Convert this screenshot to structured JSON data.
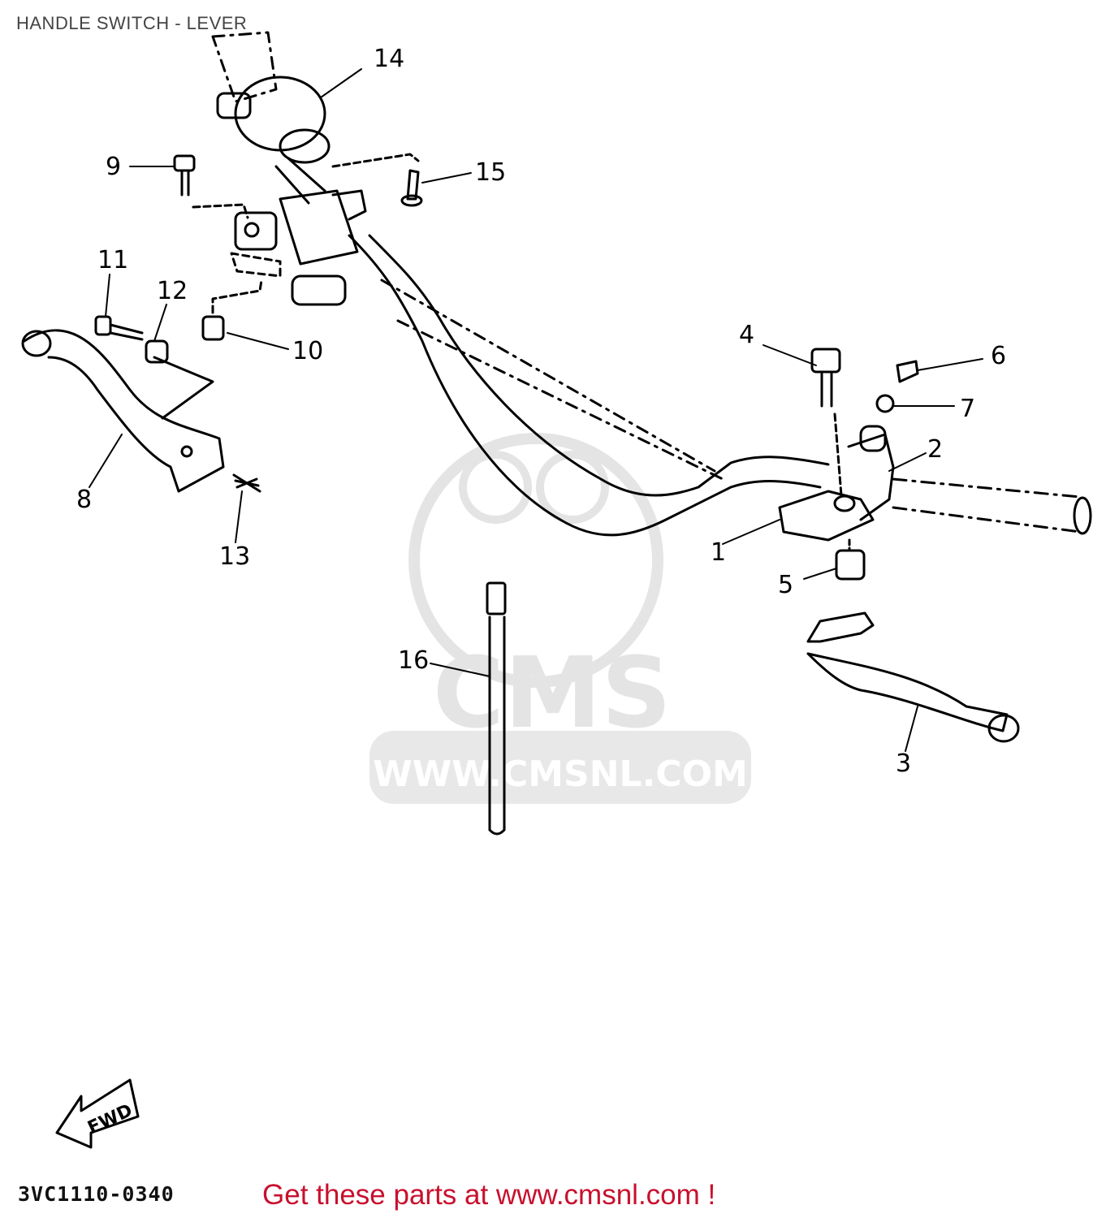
{
  "title": "HANDLE SWITCH - LEVER",
  "diagram_code": "3VC1110-0340",
  "footer": "Get these parts at www.cmsnl.com !",
  "fwd_label": "FWD",
  "watermark": {
    "brand": "CMS",
    "url": "WWW.CMSNL.COM"
  },
  "callouts": [
    "1",
    "2",
    "3",
    "4",
    "5",
    "6",
    "7",
    "8",
    "9",
    "10",
    "11",
    "12",
    "13",
    "14",
    "15",
    "16"
  ]
}
